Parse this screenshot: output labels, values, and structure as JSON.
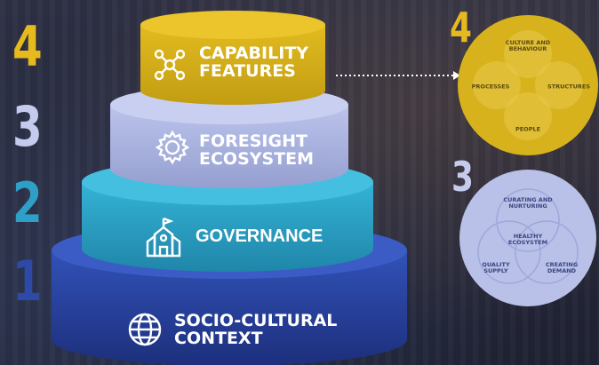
{
  "tiers": [
    {
      "number": "4",
      "label": "CAPABILITY\nFEATURES",
      "icon": "network-nodes-icon",
      "color": "#d4ae1a",
      "number_color": "#e6b91e"
    },
    {
      "number": "3",
      "label": "FORESIGHT\nECOSYSTEM",
      "icon": "gear-icon",
      "color": "#a9b3e0",
      "number_color": "#c5cbec"
    },
    {
      "number": "2",
      "label": "GOVERNANCE",
      "icon": "school-building-icon",
      "color": "#2aa3c6",
      "number_color": "#2e9fc6"
    },
    {
      "number": "1",
      "label": "SOCIO-CULTURAL\nCONTEXT",
      "icon": "globe-icon",
      "color": "#273f9c",
      "number_color": "#2e4aa8"
    }
  ],
  "capability_circle": {
    "number": "4",
    "color": "#d8b21c",
    "items": [
      "CULTURE AND\nBEHAVIOUR",
      "PROCESSES",
      "STRUCTURES",
      "PEOPLE"
    ]
  },
  "ecosystem_circle": {
    "number": "3",
    "color": "#b9c1e8",
    "items": [
      "CURATING AND\nNURTURING",
      "HEALTHY\nECOSYSTEM",
      "QUALITY\nSUPPLY",
      "CREATING\nDEMAND"
    ]
  }
}
